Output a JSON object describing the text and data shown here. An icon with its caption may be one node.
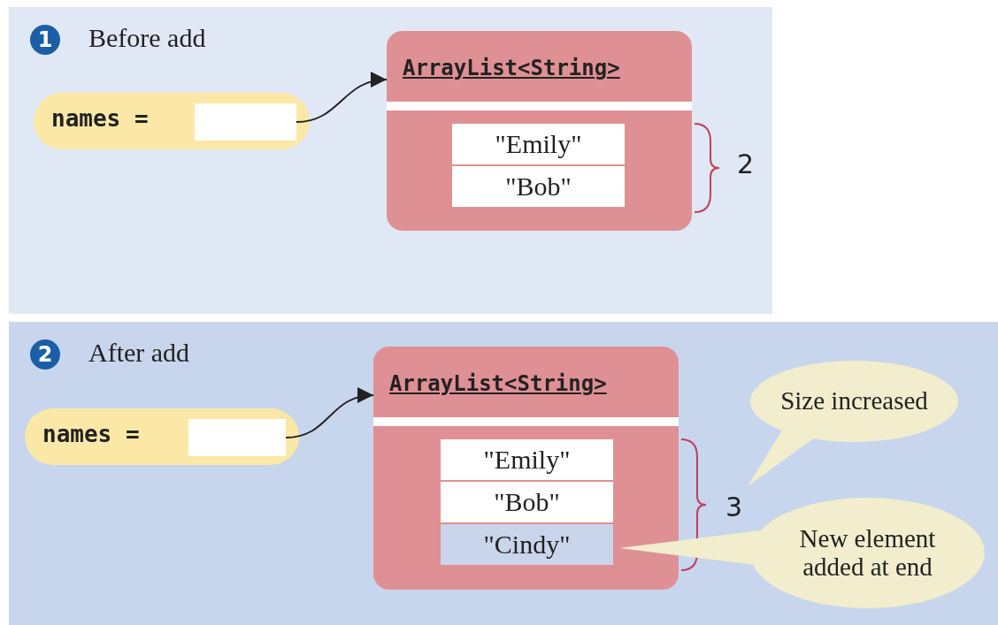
{
  "diagram": {
    "nodes": [
      {
        "text": [
          "1",
          "Before add"
        ]
      },
      {
        "text": [
          "names ="
        ],
        "in": 0
      },
      {
        "text": [],
        "shape": "box",
        "in": 1
      },
      {
        "text": [
          "ArrayList<String>"
        ],
        "in": 0
      },
      {
        "text": [
          "\"Emily\""
        ],
        "in": 3
      },
      {
        "text": [
          "\"Bob\""
        ],
        "in": 3
      },
      {
        "text": [
          "2",
          "After add"
        ]
      },
      {
        "text": [
          "names ="
        ],
        "in": 6
      },
      {
        "text": [],
        "shape": "box",
        "in": 7
      },
      {
        "text": [
          "ArrayList<String>"
        ],
        "in": 6
      },
      {
        "text": [
          "\"Emily\""
        ],
        "in": 9
      },
      {
        "text": [
          "\"Bob\""
        ],
        "in": 9
      },
      {
        "text": [
          "\"Cindy\""
        ],
        "in": 9
      },
      {
        "text": [
          "Size increased"
        ],
        "in": 6
      },
      {
        "text": [
          "New element added at end"
        ],
        "in": 6
      }
    ],
    "edges": [
      {
        "from": 2,
        "to": 3,
        "arrow": "to"
      },
      {
        "from": 8,
        "to": 9,
        "arrow": "to"
      }
    ],
    "labels": [
      "2",
      "3"
    ]
  }
}
